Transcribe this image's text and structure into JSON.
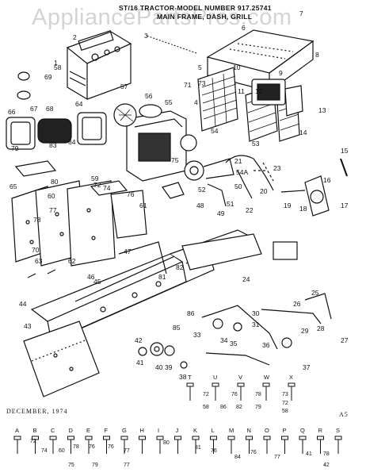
{
  "watermark": "AppliancePartsPros.com",
  "header": {
    "line1": "ST/16 TRACTOR-MODEL NUMBER 917.25741",
    "line2": "MAIN FRAME, DASH, GRILL"
  },
  "footer": {
    "date": "DECEMBER, 1974",
    "page_code": "A5"
  },
  "part_callouts": [
    "1",
    "2",
    "3",
    "4",
    "5",
    "6",
    "7",
    "8",
    "9",
    "10",
    "11",
    "12",
    "13",
    "14",
    "15",
    "16",
    "17",
    "18",
    "19",
    "20",
    "21",
    "22",
    "23",
    "24",
    "25",
    "26",
    "27",
    "28",
    "29",
    "30",
    "31",
    "33",
    "34",
    "35",
    "36",
    "37",
    "38",
    "39",
    "40",
    "41",
    "42",
    "43",
    "44",
    "45",
    "46",
    "47",
    "48",
    "49",
    "50",
    "51",
    "52",
    "53",
    "54",
    "54A",
    "55",
    "56",
    "57",
    "58",
    "59",
    "60",
    "61",
    "62",
    "63",
    "64",
    "65",
    "66",
    "67",
    "68",
    "69",
    "70",
    "71",
    "72",
    "73",
    "74",
    "75",
    "76",
    "77",
    "78",
    "79",
    "80",
    "81",
    "82",
    "83",
    "84",
    "85",
    "86"
  ],
  "hardware_key_top": [
    "T",
    "U",
    "V",
    "W",
    "X"
  ],
  "hardware_key_bottom": [
    "A",
    "B",
    "C",
    "D",
    "E",
    "F",
    "G",
    "H",
    "I",
    "J",
    "K",
    "L",
    "M",
    "N",
    "O",
    "P",
    "Q",
    "R",
    "S"
  ],
  "hardware_refs": [
    "72",
    "58",
    "86",
    "76",
    "82",
    "78",
    "79",
    "73",
    "72",
    "58",
    "72",
    "74",
    "60",
    "78",
    "76",
    "76",
    "77",
    "80",
    "81",
    "76",
    "84",
    "76",
    "77",
    "41",
    "78",
    "42",
    "75",
    "79",
    "77"
  ]
}
